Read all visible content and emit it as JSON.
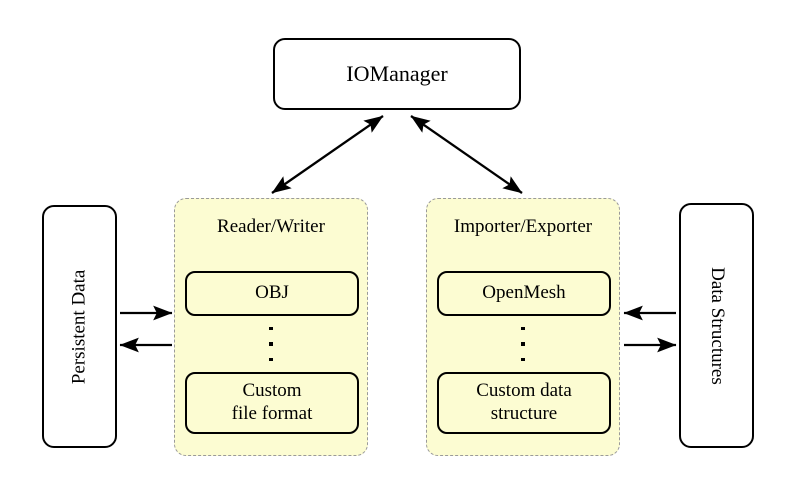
{
  "diagram": {
    "title_node": {
      "label": "IOManager"
    },
    "side_boxes": [
      {
        "id": "persistent-data",
        "label": "Persistent Data",
        "orientation": "rotated-ccw"
      },
      {
        "id": "data-structures",
        "label": "Data Structures",
        "orientation": "rotated-cw"
      }
    ],
    "panels": [
      {
        "id": "reader-writer",
        "title": "Reader/Writer",
        "top_item": "OBJ",
        "ellipsis": "vertical-dots",
        "bottom_item_line1": "Custom",
        "bottom_item_line2": "file format"
      },
      {
        "id": "importer-exporter",
        "title": "Importer/Exporter",
        "top_item": "OpenMesh",
        "ellipsis": "vertical-dots",
        "bottom_item_line1": "Custom data",
        "bottom_item_line2": "structure"
      }
    ],
    "connections": [
      {
        "name": "iomanager-to-reader-writer",
        "style": "double-headed-arrow"
      },
      {
        "name": "iomanager-to-importer-exporter",
        "style": "double-headed-arrow"
      },
      {
        "name": "persistent-data-to-reader-writer",
        "style": "arrow-right"
      },
      {
        "name": "reader-writer-to-persistent-data",
        "style": "arrow-left"
      },
      {
        "name": "data-structures-to-importer-exporter",
        "style": "arrow-left"
      },
      {
        "name": "importer-exporter-to-data-structures",
        "style": "arrow-right"
      }
    ],
    "colors": {
      "panel_fill": "#fcfcd2",
      "panel_border": "#9a9a9a",
      "node_border": "#000000",
      "background": "#ffffff"
    }
  }
}
